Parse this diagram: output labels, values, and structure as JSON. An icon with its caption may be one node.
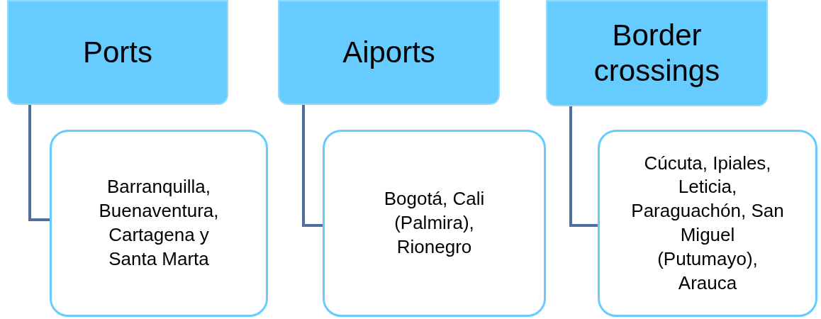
{
  "diagram": {
    "nodes": [
      {
        "text": [
          "Ports"
        ]
      },
      {
        "text": [
          "Barranquilla, Buenaventura, Cartagena y Santa Marta"
        ]
      },
      {
        "text": [
          "Aiports"
        ]
      },
      {
        "text": [
          "Bogotá, Cali (Palmira), Rionegro"
        ]
      },
      {
        "text": [
          "Border crossings"
        ]
      },
      {
        "text": [
          "Cúcuta, Ipiales, Leticia, Paraguachón, San Miguel (Putumayo), Arauca"
        ]
      }
    ],
    "edges": [
      {
        "from": 0,
        "to": 1,
        "arrow": "none"
      },
      {
        "from": 2,
        "to": 3,
        "arrow": "none"
      },
      {
        "from": 4,
        "to": 5,
        "arrow": "none"
      }
    ]
  }
}
